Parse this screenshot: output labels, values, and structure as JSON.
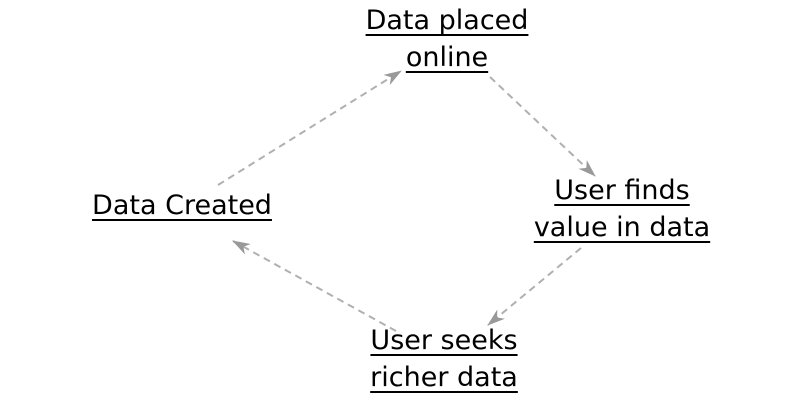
{
  "diagram": {
    "background_color": "#ffffff",
    "text_color": "#000000",
    "arrow_color": "#b0b0b0",
    "arrowhead_color": "#999999",
    "nodes": {
      "top": {
        "id": "data-placed-online",
        "lines": [
          "Data placed",
          "online"
        ]
      },
      "right": {
        "id": "user-finds-value",
        "lines": [
          "User finds",
          "value in data"
        ]
      },
      "bottom": {
        "id": "user-seeks-richer",
        "lines": [
          "User seeks",
          "richer data"
        ]
      },
      "left": {
        "id": "data-created",
        "lines": [
          "Data Created"
        ]
      }
    },
    "edges": [
      {
        "from": "Data Created",
        "to": "Data placed online"
      },
      {
        "from": "Data placed online",
        "to": "User finds value in data"
      },
      {
        "from": "User finds value in data",
        "to": "User seeks richer data"
      },
      {
        "from": "User seeks richer data",
        "to": "Data Created"
      }
    ]
  }
}
